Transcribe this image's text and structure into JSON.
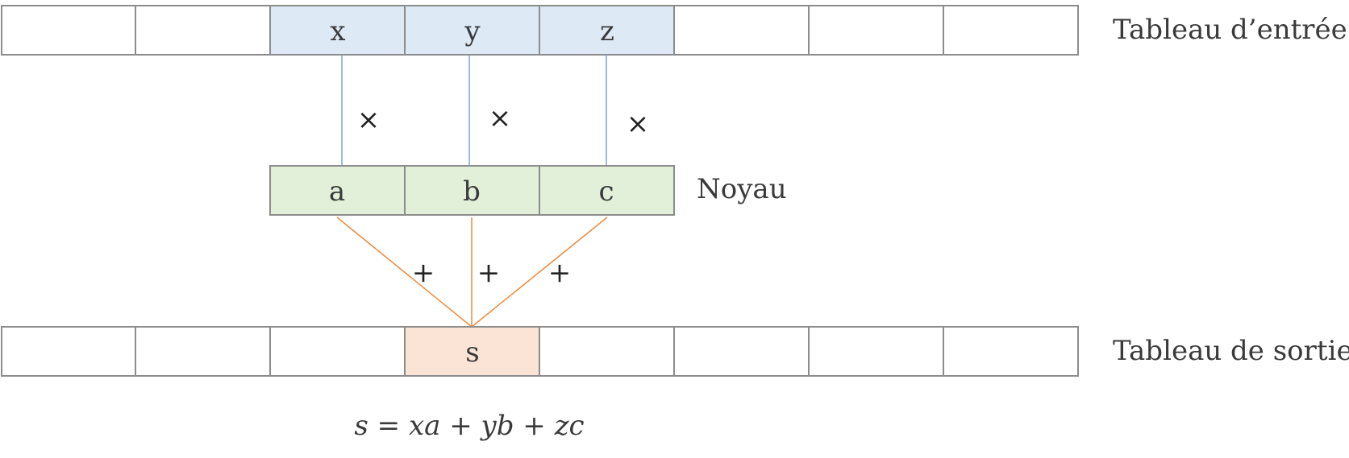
{
  "input_array": {
    "label": "Tableau d’entrée",
    "cells": [
      "",
      "",
      "x",
      "y",
      "z",
      "",
      "",
      ""
    ],
    "highlight_color": "#dde9f5"
  },
  "kernel": {
    "label": "Noyau",
    "cells": [
      "a",
      "b",
      "c"
    ],
    "color": "#e2efd9"
  },
  "output_array": {
    "label": "Tableau de sortie",
    "cells": [
      "",
      "",
      "",
      "s",
      "",
      "",
      "",
      ""
    ],
    "highlight_color": "#fbe4d5"
  },
  "operators": {
    "multiply": [
      "×",
      "×",
      "×"
    ],
    "add": [
      "+",
      "+",
      "+"
    ]
  },
  "colors": {
    "multiply_line": "#7aa7d6",
    "sum_line": "#f08a3c",
    "border": "#8c8c8c"
  },
  "formula": "s = xa + yb + zc"
}
